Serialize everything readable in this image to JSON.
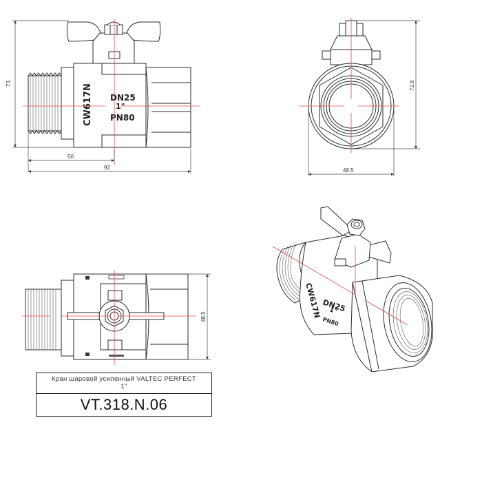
{
  "drawing": {
    "type": "technical drawing - ball valve",
    "views": [
      "front",
      "side",
      "top",
      "isometric"
    ],
    "front_view": {
      "body_marking": "CW617N",
      "label_dn": "DN25",
      "label_size": "1\"",
      "label_pn": "PN80",
      "dim_height": "73",
      "dim_inner_length": "50",
      "dim_total_length": "92"
    },
    "side_view": {
      "dim_height": "72.8",
      "dim_width": "48.5"
    },
    "top_view": {
      "dim_width": "48.5"
    },
    "iso_view": {
      "body_marking": "CW617N",
      "label_dn": "DN25",
      "label_size": "1\"",
      "label_pn": "PN80"
    },
    "colors": {
      "line": "#2b2b2b",
      "center_axis": "#e8474d",
      "background": "#ffffff"
    }
  },
  "title_block": {
    "description": "Кран шаровой усиленный VALTEC PERFECT",
    "size": "1\"",
    "article": "VT.318.N.06"
  }
}
